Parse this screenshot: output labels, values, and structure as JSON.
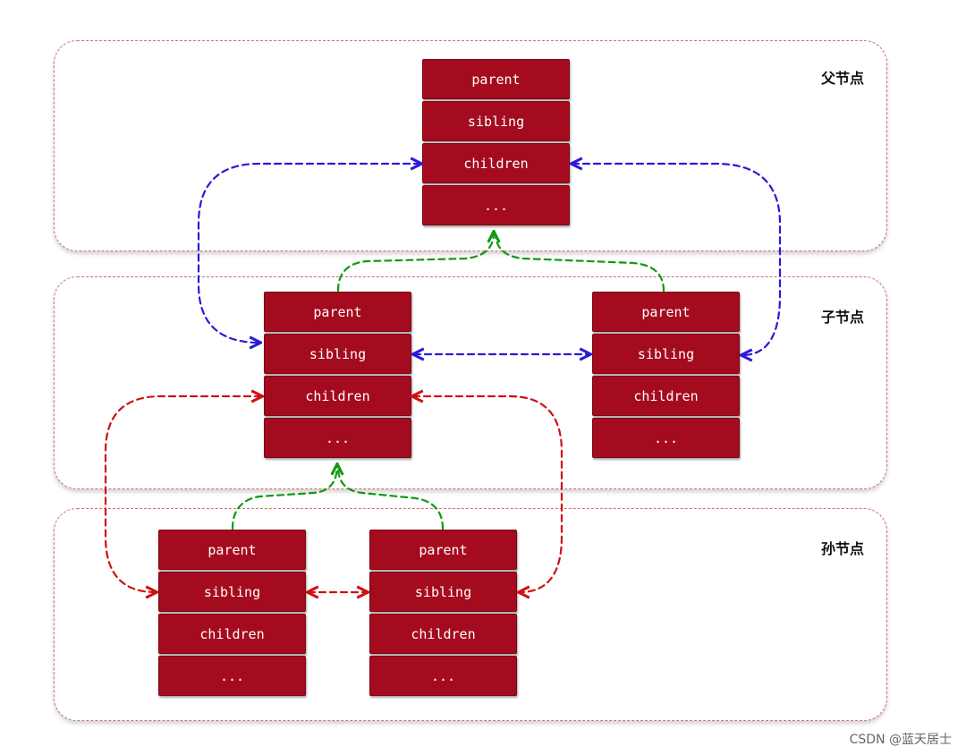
{
  "levels": {
    "parent": "父节点",
    "child": "子节点",
    "grandchild": "孙节点"
  },
  "node_fields": [
    "parent",
    "sibling",
    "children",
    "..."
  ],
  "nodes": {
    "root": {
      "fields": [
        "parent",
        "sibling",
        "children",
        "..."
      ]
    },
    "child1": {
      "fields": [
        "parent",
        "sibling",
        "children",
        "..."
      ]
    },
    "child2": {
      "fields": [
        "parent",
        "sibling",
        "children",
        "..."
      ]
    },
    "grandchild1": {
      "fields": [
        "parent",
        "sibling",
        "children",
        "..."
      ]
    },
    "grandchild2": {
      "fields": [
        "parent",
        "sibling",
        "children",
        "..."
      ]
    }
  },
  "colors": {
    "cell": "#a50b1e",
    "level_border": "#d07070",
    "children_link": "#2a1ad8",
    "parent_link": "#119911",
    "grandchildren_link": "#d01010"
  },
  "watermark": "CSDN @蓝天居士"
}
